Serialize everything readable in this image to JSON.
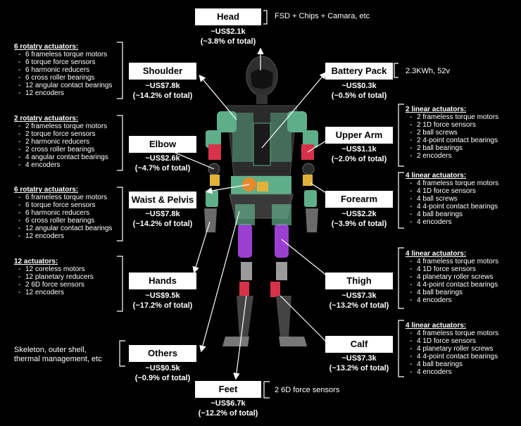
{
  "parts": {
    "head": {
      "label": "Head",
      "cost": "~US$2.1k",
      "share": "(~3.8% of total)",
      "note": "FSD + Chips + Camara, etc"
    },
    "shoulder": {
      "label": "Shoulder",
      "cost": "~US$7.8k",
      "share": "(~14.2% of total)",
      "title": "6 rotatry actuators:",
      "items": [
        "6 frameless torque motors",
        "6 torque force sensors",
        "6 harmonic reducers",
        "6 cross roller bearings",
        "12 angular contact bearings",
        "12 encoders"
      ]
    },
    "elbow": {
      "label": "Elbow",
      "cost": "~US$2.6k",
      "share": "(~4.7% of total)",
      "title": "2 rotatry actuators:",
      "items": [
        "2 frameless torque motors",
        "2 torque force sensors",
        "2 harmonic reducers",
        "2 cross roller bearings",
        "4 angular contact bearings",
        "4 encoders"
      ]
    },
    "waist": {
      "label": "Waist & Pelvis",
      "cost": "~US$7.8k",
      "share": "(~14.2% of total)",
      "title": "6 rotatry actuators:",
      "items": [
        "6 frameless torque motors",
        "6 torque force sensors",
        "6 harmonic reducers",
        "6 cross roller bearings",
        "12 angular contact bearings",
        "12 encoders"
      ]
    },
    "hands": {
      "label": "Hands",
      "cost": "~US$9.5k",
      "share": "(~17.2% of total)",
      "title": "12 actuators:",
      "items": [
        "12 coreless motors",
        "12 planetary reducers",
        "2 6D force sensors",
        "12 encoders"
      ]
    },
    "others": {
      "label": "Others",
      "cost": "~US$0.5k",
      "share": "(~0.9% of total)",
      "note": "Skeleton, outer shell, thermal management, etc"
    },
    "feet": {
      "label": "Feet",
      "cost": "~US$6.7k",
      "share": "(~12.2% of total)",
      "note": "2 6D force sensors"
    },
    "battery": {
      "label": "Battery Pack",
      "cost": "~US$0.3k",
      "share": "(~0.5% of total)",
      "note": "2.3KWh, 52v"
    },
    "upperarm": {
      "label": "Upper Arm",
      "cost": "~US$1.1k",
      "share": "(~2.0% of total)",
      "title": "2 linear actuators:",
      "items": [
        "2 frameless torque motors",
        "2 1D force sensors",
        "2 ball screws",
        "2 4-point contact bearings",
        "2 ball bearings",
        "2 encoders"
      ]
    },
    "forearm": {
      "label": "Forearm",
      "cost": "~US$2.2k",
      "share": "(~3.9% of total)",
      "title": "4 linear actuators:",
      "items": [
        "4 frameless torque motors",
        "4 1D force sensors",
        "4 ball screws",
        "4 4-point contact bearings",
        "4 ball bearings",
        "4 encoders"
      ]
    },
    "thigh": {
      "label": "Thigh",
      "cost": "~US$7.3k",
      "share": "(~13.2% of total)",
      "title": "4 linear actuators:",
      "items": [
        "4 frameless torque motors",
        "4 1D force sensors",
        "4 planetary roller screws",
        "4 4-point contact bearings",
        "4 ball bearings",
        "4 encoders"
      ]
    },
    "calf": {
      "label": "Calf",
      "cost": "~US$7.3k",
      "share": "(~13.2% of total)",
      "title": "4 linear actuators:",
      "items": [
        "4 frameless torque motors",
        "4 1D force sensors",
        "4 planetary roller screws",
        "4 4-point contact bearings",
        "4 ball bearings",
        "4 encoders"
      ]
    }
  },
  "colors": {
    "background": "#000000",
    "box": "#ffffff",
    "robot_dark": "#2a2a2a",
    "robot_green": "#5fae8a",
    "robot_red": "#d8324a",
    "robot_orange": "#e58a2e",
    "robot_yellow": "#e0b23a",
    "robot_purple": "#9b3fd1",
    "robot_silver": "#9a9a9a"
  }
}
